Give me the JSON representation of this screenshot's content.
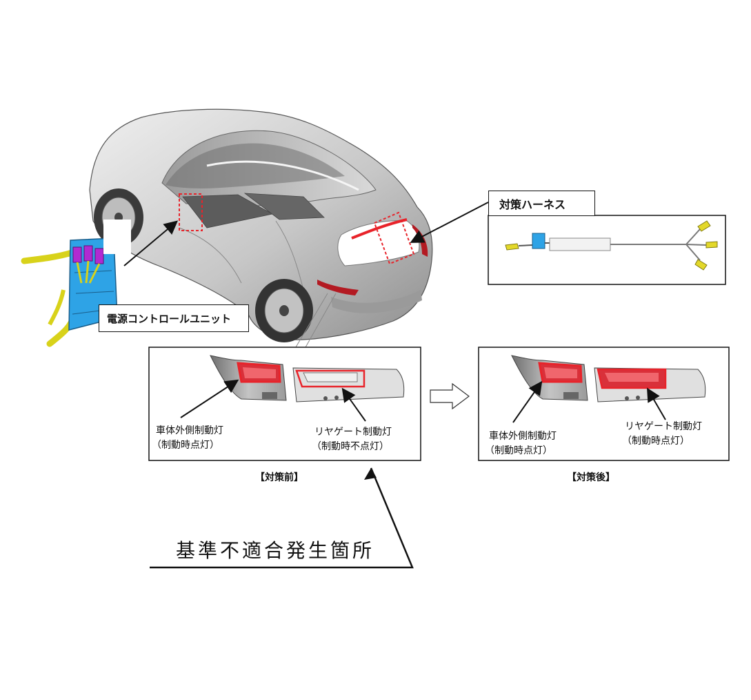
{
  "power_unit": {
    "label": "電源コントロールユニット"
  },
  "harness": {
    "label": "対策ハーネス"
  },
  "before": {
    "caption": "【対策前】",
    "body_lamp": {
      "name": "車体外側制動灯",
      "state": "（制動時点灯）"
    },
    "gate_lamp": {
      "name": "リヤゲート制動灯",
      "state": "（制動時不点灯）"
    }
  },
  "after": {
    "caption": "【対策後】",
    "body_lamp": {
      "name": "車体外側制動灯",
      "state": "（制動時点灯）"
    },
    "gate_lamp": {
      "name": "リヤゲート制動灯",
      "state": "（制動時点灯）"
    }
  },
  "defect_location": {
    "label": "基準不適合発生箇所"
  },
  "colors": {
    "lamp_red": "#e8232a",
    "module_blue": "#2ea3e6",
    "connector_purple": "#b12ad1",
    "wire_yellow": "#d8d21a",
    "body_gray": "#c9c9c9"
  }
}
